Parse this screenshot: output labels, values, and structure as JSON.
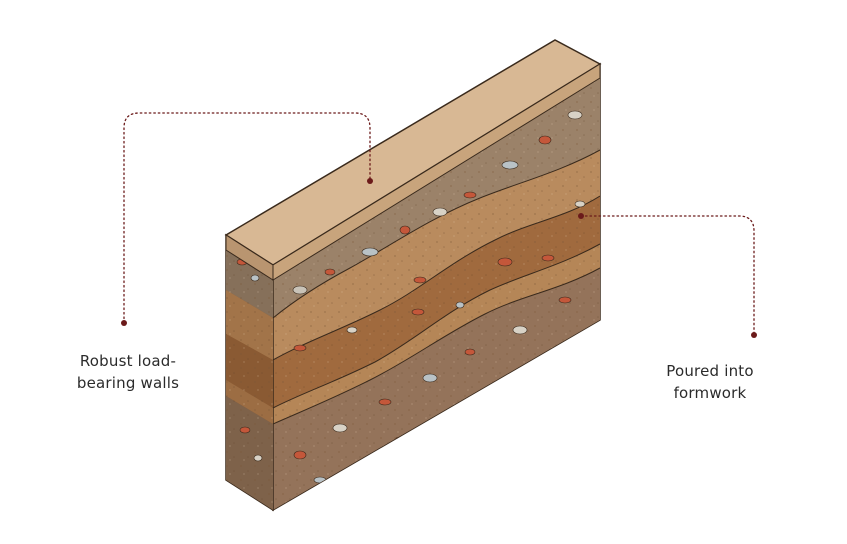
{
  "callouts": {
    "left": {
      "line1": "Robust load-",
      "line2": "bearing walls"
    },
    "right": {
      "line1": "Poured into",
      "line2": "formwork"
    }
  },
  "colors": {
    "leader": "#6b1a1a",
    "cap_top": "#d8b894",
    "cap_side": "#c8a47c",
    "earth_light": "#b98b5e",
    "earth_mid": "#a87445",
    "earth_dark": "#8e5d36",
    "gravel": "#9b8269",
    "outline": "#3a2a1c"
  },
  "icons": {
    "wall_block": "rammed-earth-wall-illustration"
  }
}
